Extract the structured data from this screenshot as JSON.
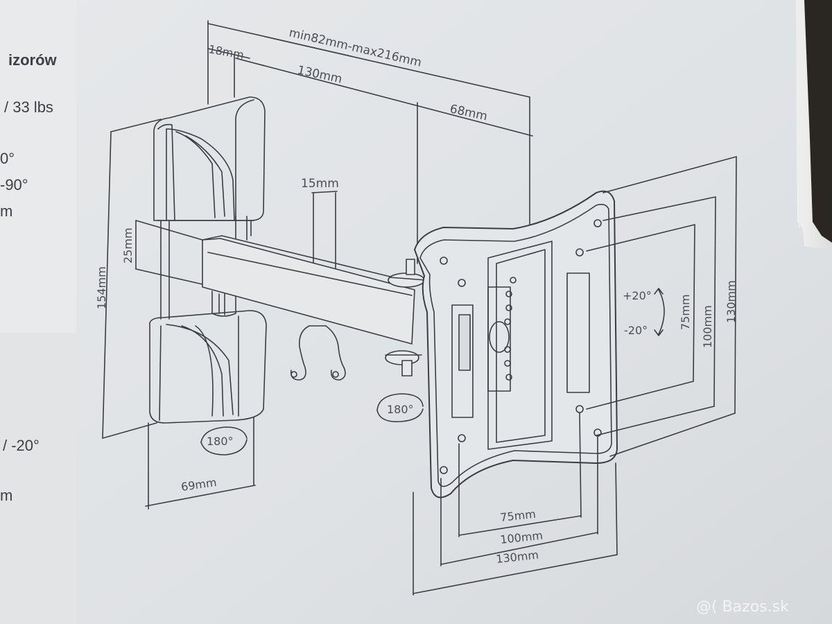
{
  "photo": {
    "left_panel": {
      "title_fragment": "izorów",
      "lines": [
        "/ 33 lbs",
        "0°",
        "-90°",
        "m",
        "/ -20°",
        "m"
      ]
    },
    "dimensions": {
      "extension": "min82mm-max216mm",
      "wall_plate_offset": "18mm",
      "arm_length": "130mm",
      "plate_to_pivot": "68mm",
      "arm_width": "15mm",
      "arm_height": "25mm",
      "total_height": "154mm",
      "wall_plate_width": "69mm",
      "wall_rotation": "180°",
      "swivel_rotation": "180°",
      "tilt_up": "+20°",
      "tilt_down": "-20°",
      "vesa_v_small": "75mm",
      "vesa_v_mid": "100mm",
      "vesa_v_large": "130mm",
      "vesa_h_small": "75mm",
      "vesa_h_mid": "100mm",
      "vesa_h_large": "130mm"
    },
    "watermark": "@( Bazos.sk",
    "colors": {
      "box_paper": "#e3e6e9",
      "line_art": "#3a3c42",
      "shadow": "#2a2622"
    }
  }
}
